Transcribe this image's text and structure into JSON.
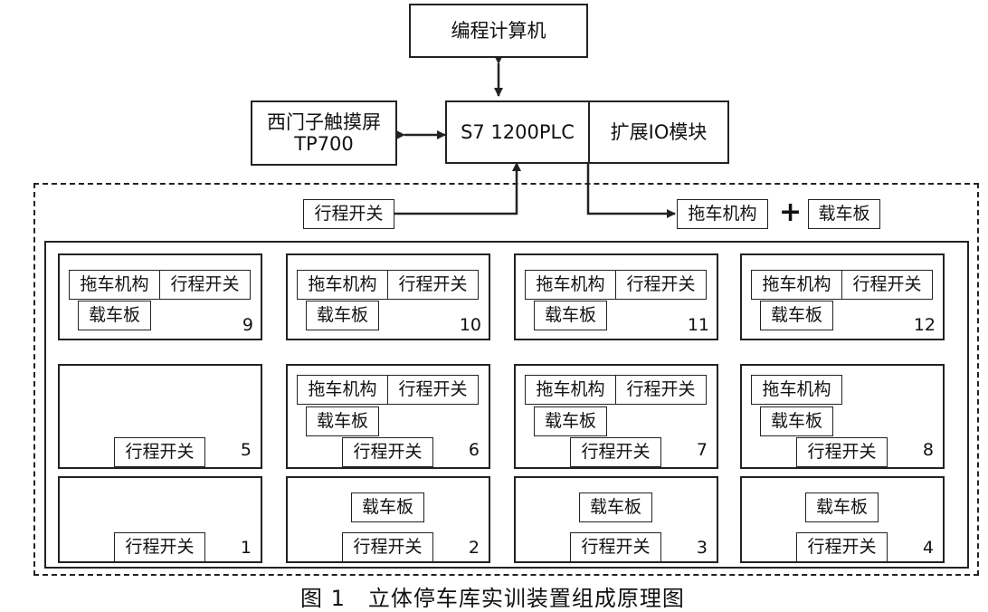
{
  "top": {
    "pc": "编程计算机",
    "hmi": "西门子触摸屏\nTP700",
    "plc": "S7 1200PLC",
    "io": "扩展IO模块",
    "limit_switch": "行程开关",
    "tow": "拖车机构",
    "plus": "+",
    "plate": "载车板"
  },
  "labels": {
    "tow": "拖车机构",
    "switch": "行程开关",
    "plate": "载车板"
  },
  "cells": [
    {
      "num": "9"
    },
    {
      "num": "10"
    },
    {
      "num": "11"
    },
    {
      "num": "12"
    },
    {
      "num": "5"
    },
    {
      "num": "6"
    },
    {
      "num": "7"
    },
    {
      "num": "8"
    },
    {
      "num": "1"
    },
    {
      "num": "2"
    },
    {
      "num": "3"
    },
    {
      "num": "4"
    }
  ],
  "caption": "图 1　立体停车库实训装置组成原理图"
}
